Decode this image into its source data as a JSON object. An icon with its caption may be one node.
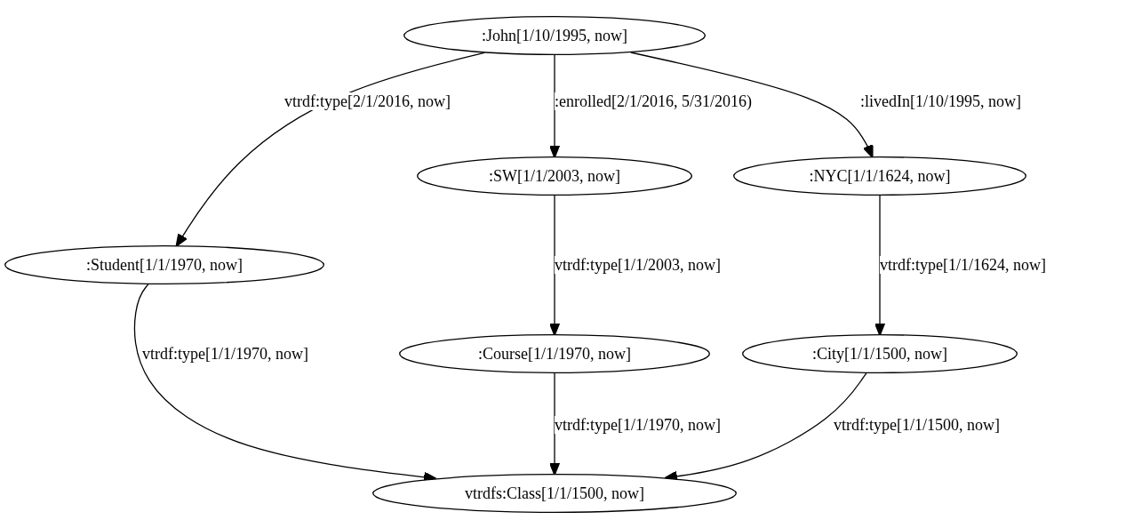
{
  "diagram": {
    "nodes": [
      {
        "text": [
          ":John[1/10/1995, now]"
        ]
      },
      {
        "text": [
          ":SW[1/1/2003, now]"
        ]
      },
      {
        "text": [
          ":NYC[1/1/1624, now]"
        ]
      },
      {
        "text": [
          ":Student[1/1/1970, now]"
        ]
      },
      {
        "text": [
          ":Course[1/1/1970, now]"
        ]
      },
      {
        "text": [
          ":City[1/1/1500, now]"
        ]
      },
      {
        "text": [
          "vtrdfs:Class[1/1/1500, now]"
        ]
      }
    ],
    "edges": [
      {
        "from": 0,
        "to": 3,
        "arrow": "to",
        "label": "vtrdf:type[2/1/2016, now]"
      },
      {
        "from": 0,
        "to": 1,
        "arrow": "to",
        "label": ":enrolled[2/1/2016, 5/31/2016)"
      },
      {
        "from": 0,
        "to": 2,
        "arrow": "to",
        "label": ":livedIn[1/10/1995, now]"
      },
      {
        "from": 1,
        "to": 4,
        "arrow": "to",
        "label": "vtrdf:type[1/1/2003, now]"
      },
      {
        "from": 2,
        "to": 5,
        "arrow": "to",
        "label": "vtrdf:type[1/1/1624, now]"
      },
      {
        "from": 3,
        "to": 6,
        "arrow": "to",
        "label": "vtrdf:type[1/1/1970, now]"
      },
      {
        "from": 4,
        "to": 6,
        "arrow": "to",
        "label": "vtrdf:type[1/1/1970, now]"
      },
      {
        "from": 5,
        "to": 6,
        "arrow": "to",
        "label": "vtrdf:type[1/1/1500, now]"
      }
    ]
  }
}
